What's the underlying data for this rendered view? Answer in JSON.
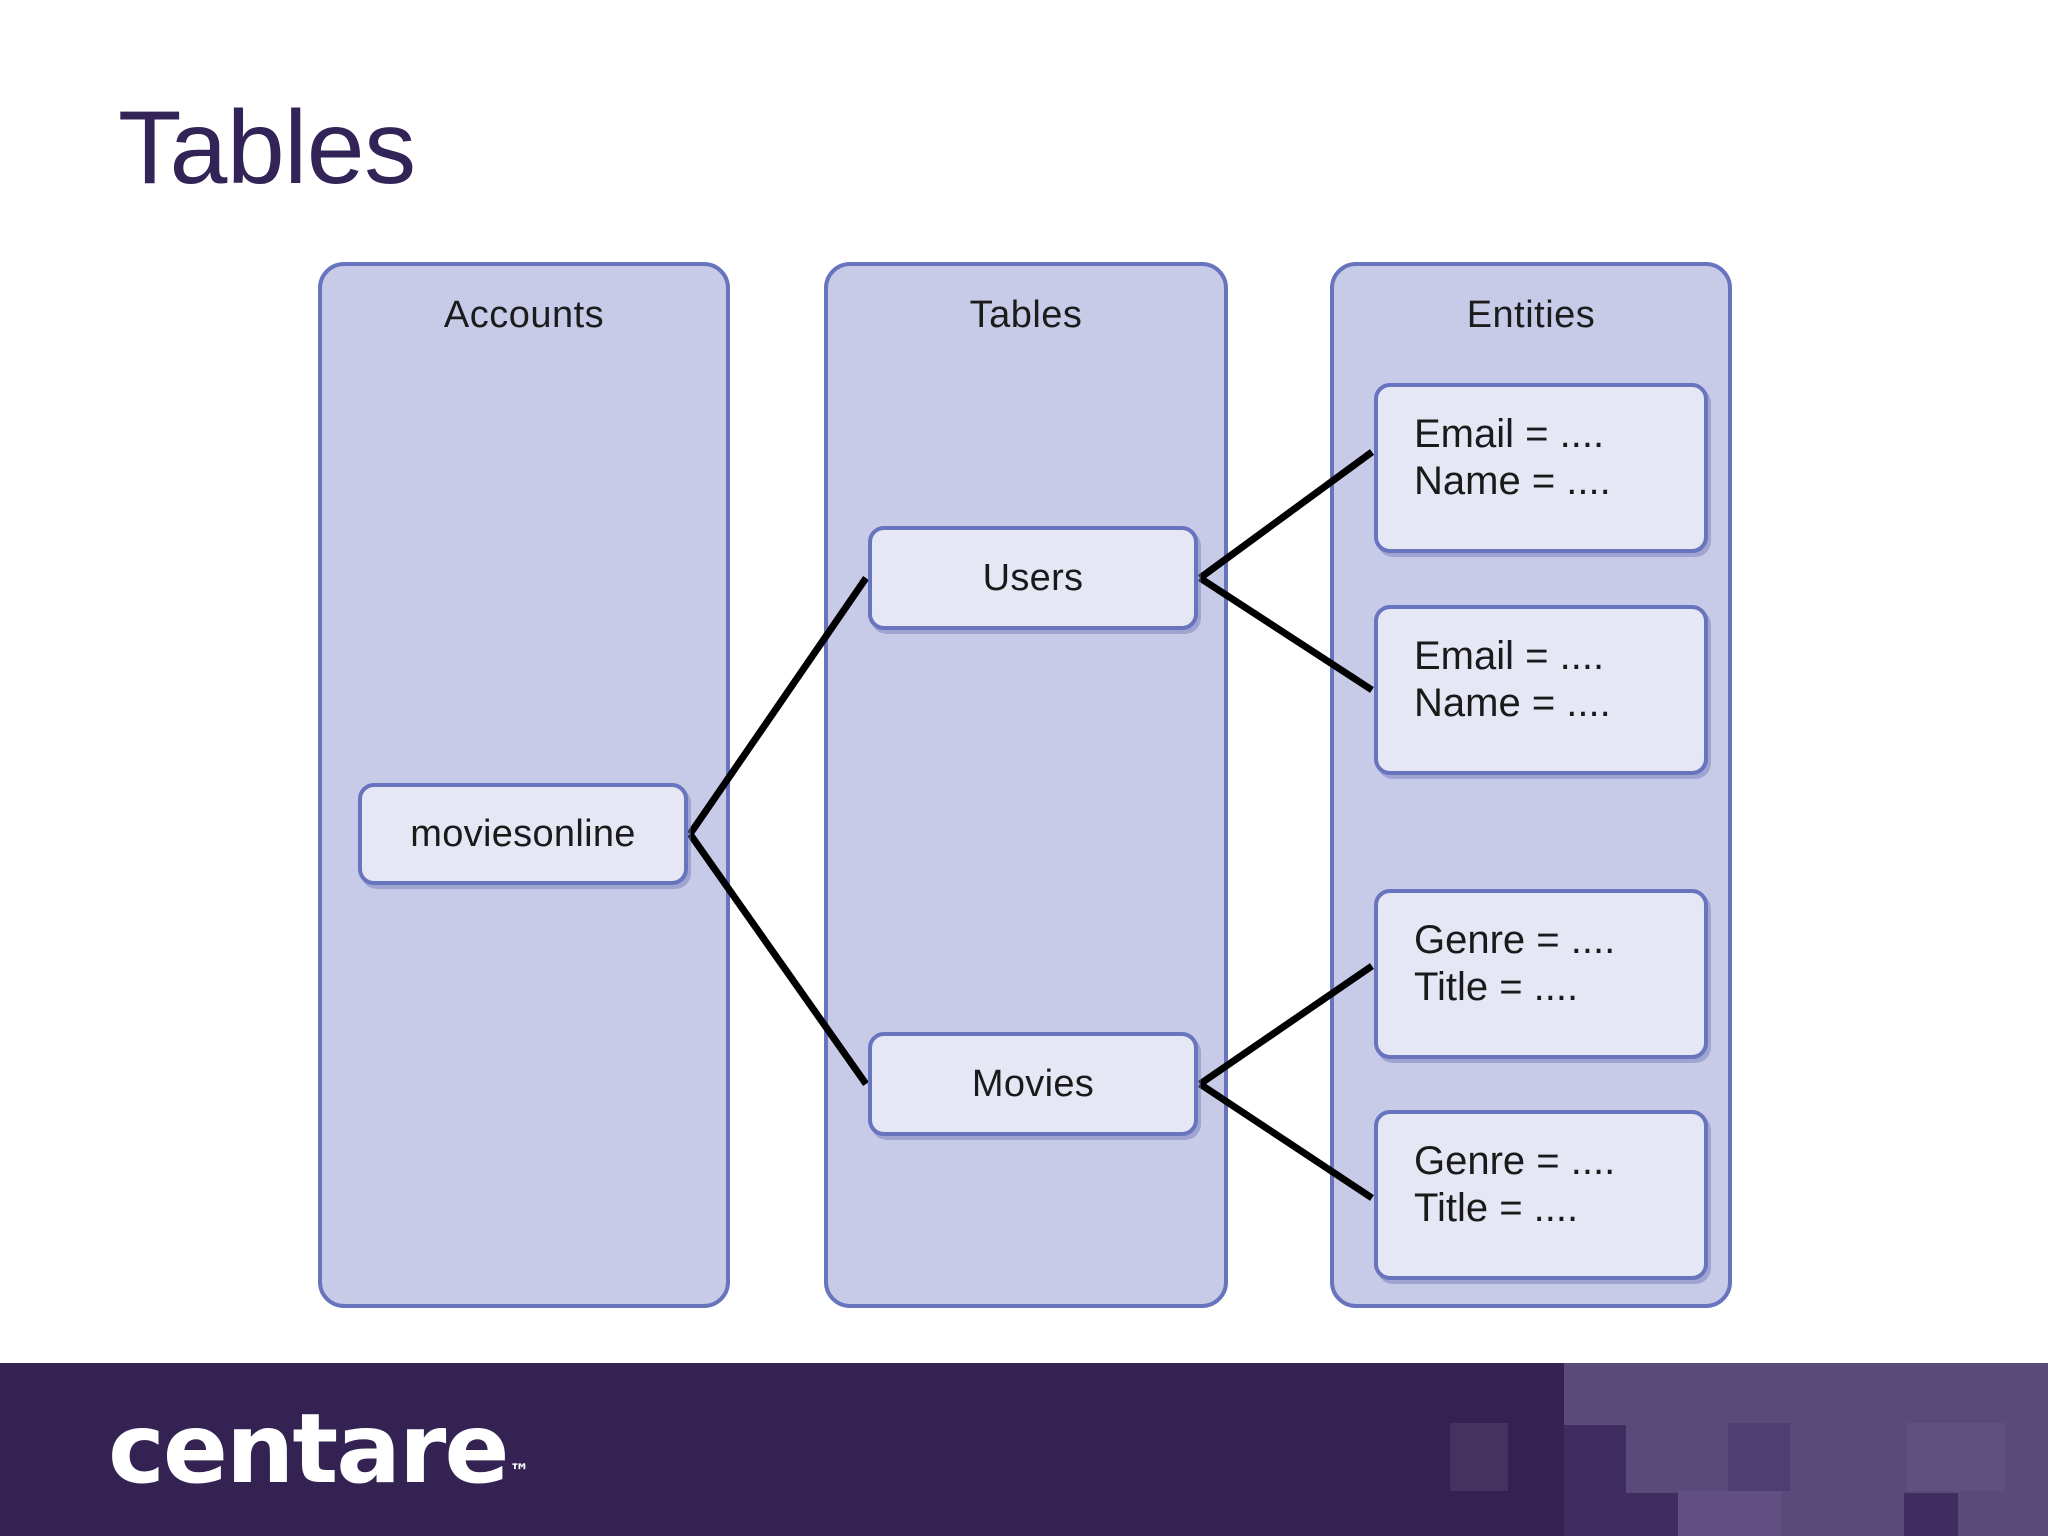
{
  "slide": {
    "title": "Tables",
    "title_color": "#332457",
    "background_color": "#ffffff"
  },
  "diagram": {
    "lanes": [
      {
        "name": "accounts",
        "title": "Accounts",
        "fill_color": "#c7cbe8",
        "border_color": "#6874bd"
      },
      {
        "name": "tables",
        "title": "Tables",
        "fill_color": "#c7cbe8",
        "border_color": "#6874bd"
      },
      {
        "name": "entities",
        "title": "Entities",
        "fill_color": "#c7cbe8",
        "border_color": "#6874bd"
      }
    ],
    "account_nodes": [
      {
        "name": "moviesonline",
        "label": "moviesonline"
      }
    ],
    "table_nodes": [
      {
        "name": "users",
        "label": "Users"
      },
      {
        "name": "movies",
        "label": "Movies"
      }
    ],
    "entity_cards": [
      {
        "name": "user-entity-1",
        "line1": "Email = ....",
        "line2": "Name = ...."
      },
      {
        "name": "user-entity-2",
        "line1": "Email = ....",
        "line2": "Name = ...."
      },
      {
        "name": "movie-entity-1",
        "line1": "Genre = ....",
        "line2": "Title = ...."
      },
      {
        "name": "movie-entity-2",
        "line1": "Genre = ....",
        "line2": "Title = ...."
      }
    ],
    "connector_color": "#000000",
    "node_fill_color": "#e6e7f5"
  },
  "footer": {
    "brand": "centare",
    "trademark": "™",
    "background_color": "#342352"
  }
}
